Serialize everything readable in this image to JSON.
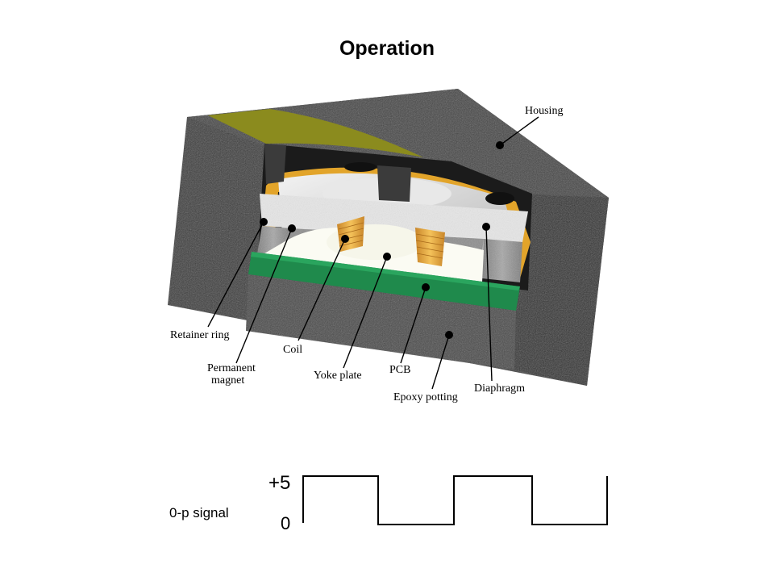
{
  "title": "Operation",
  "labels": {
    "housing": "Housing",
    "retainer_ring": "Retainer ring",
    "permanent_magnet_1": "Permanent",
    "permanent_magnet_2": "magnet",
    "coil": "Coil",
    "yoke_plate": "Yoke plate",
    "pcb": "PCB",
    "epoxy_potting": "Epoxy potting",
    "diaphragm": "Diaphragm"
  },
  "signal": {
    "label": "0-p signal",
    "high_label": "+5",
    "low_label": "0"
  },
  "colors": {
    "housing": "#3a3a3a",
    "pcb": "#1f8a4c",
    "coil": "#e3a93a",
    "yoke": "#ffffff",
    "magnet": "#9a9a9a",
    "diaphragm": "#d9d9d9",
    "retainer": "#e5a829",
    "lid_yellow": "#8a8a1a"
  }
}
